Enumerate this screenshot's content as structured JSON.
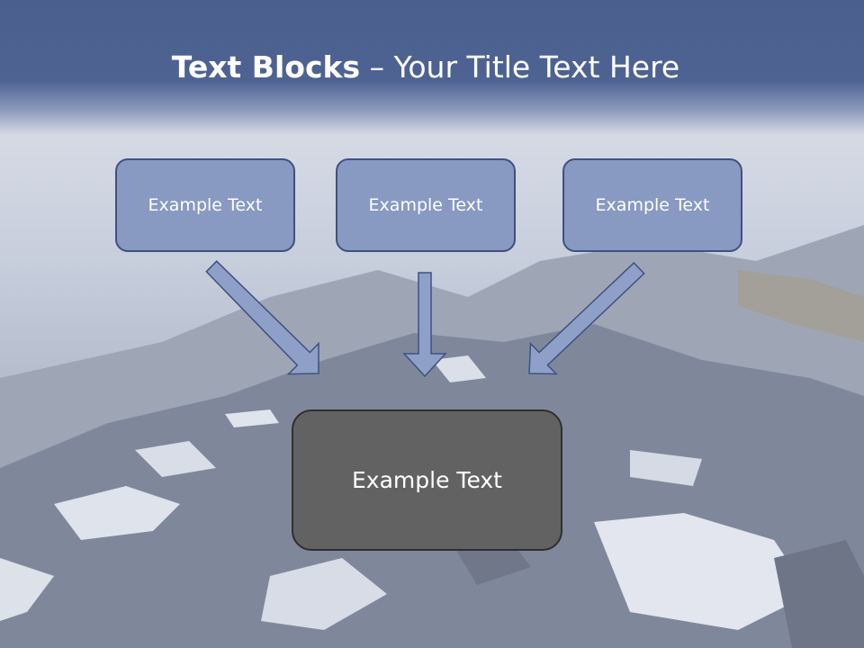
{
  "title": {
    "bold": "Text Blocks",
    "separator": " – ",
    "rest": "Your Title Text Here"
  },
  "blocks": [
    {
      "label": "Example Text"
    },
    {
      "label": "Example Text"
    },
    {
      "label": "Example Text"
    }
  ],
  "main_block": {
    "label": "Example Text"
  },
  "colors": {
    "header": "#4e6393",
    "block_fill": "#8899c2",
    "block_border": "#3e5180",
    "main_fill": "#626262",
    "arrow_fill": "#8fa0c8"
  }
}
